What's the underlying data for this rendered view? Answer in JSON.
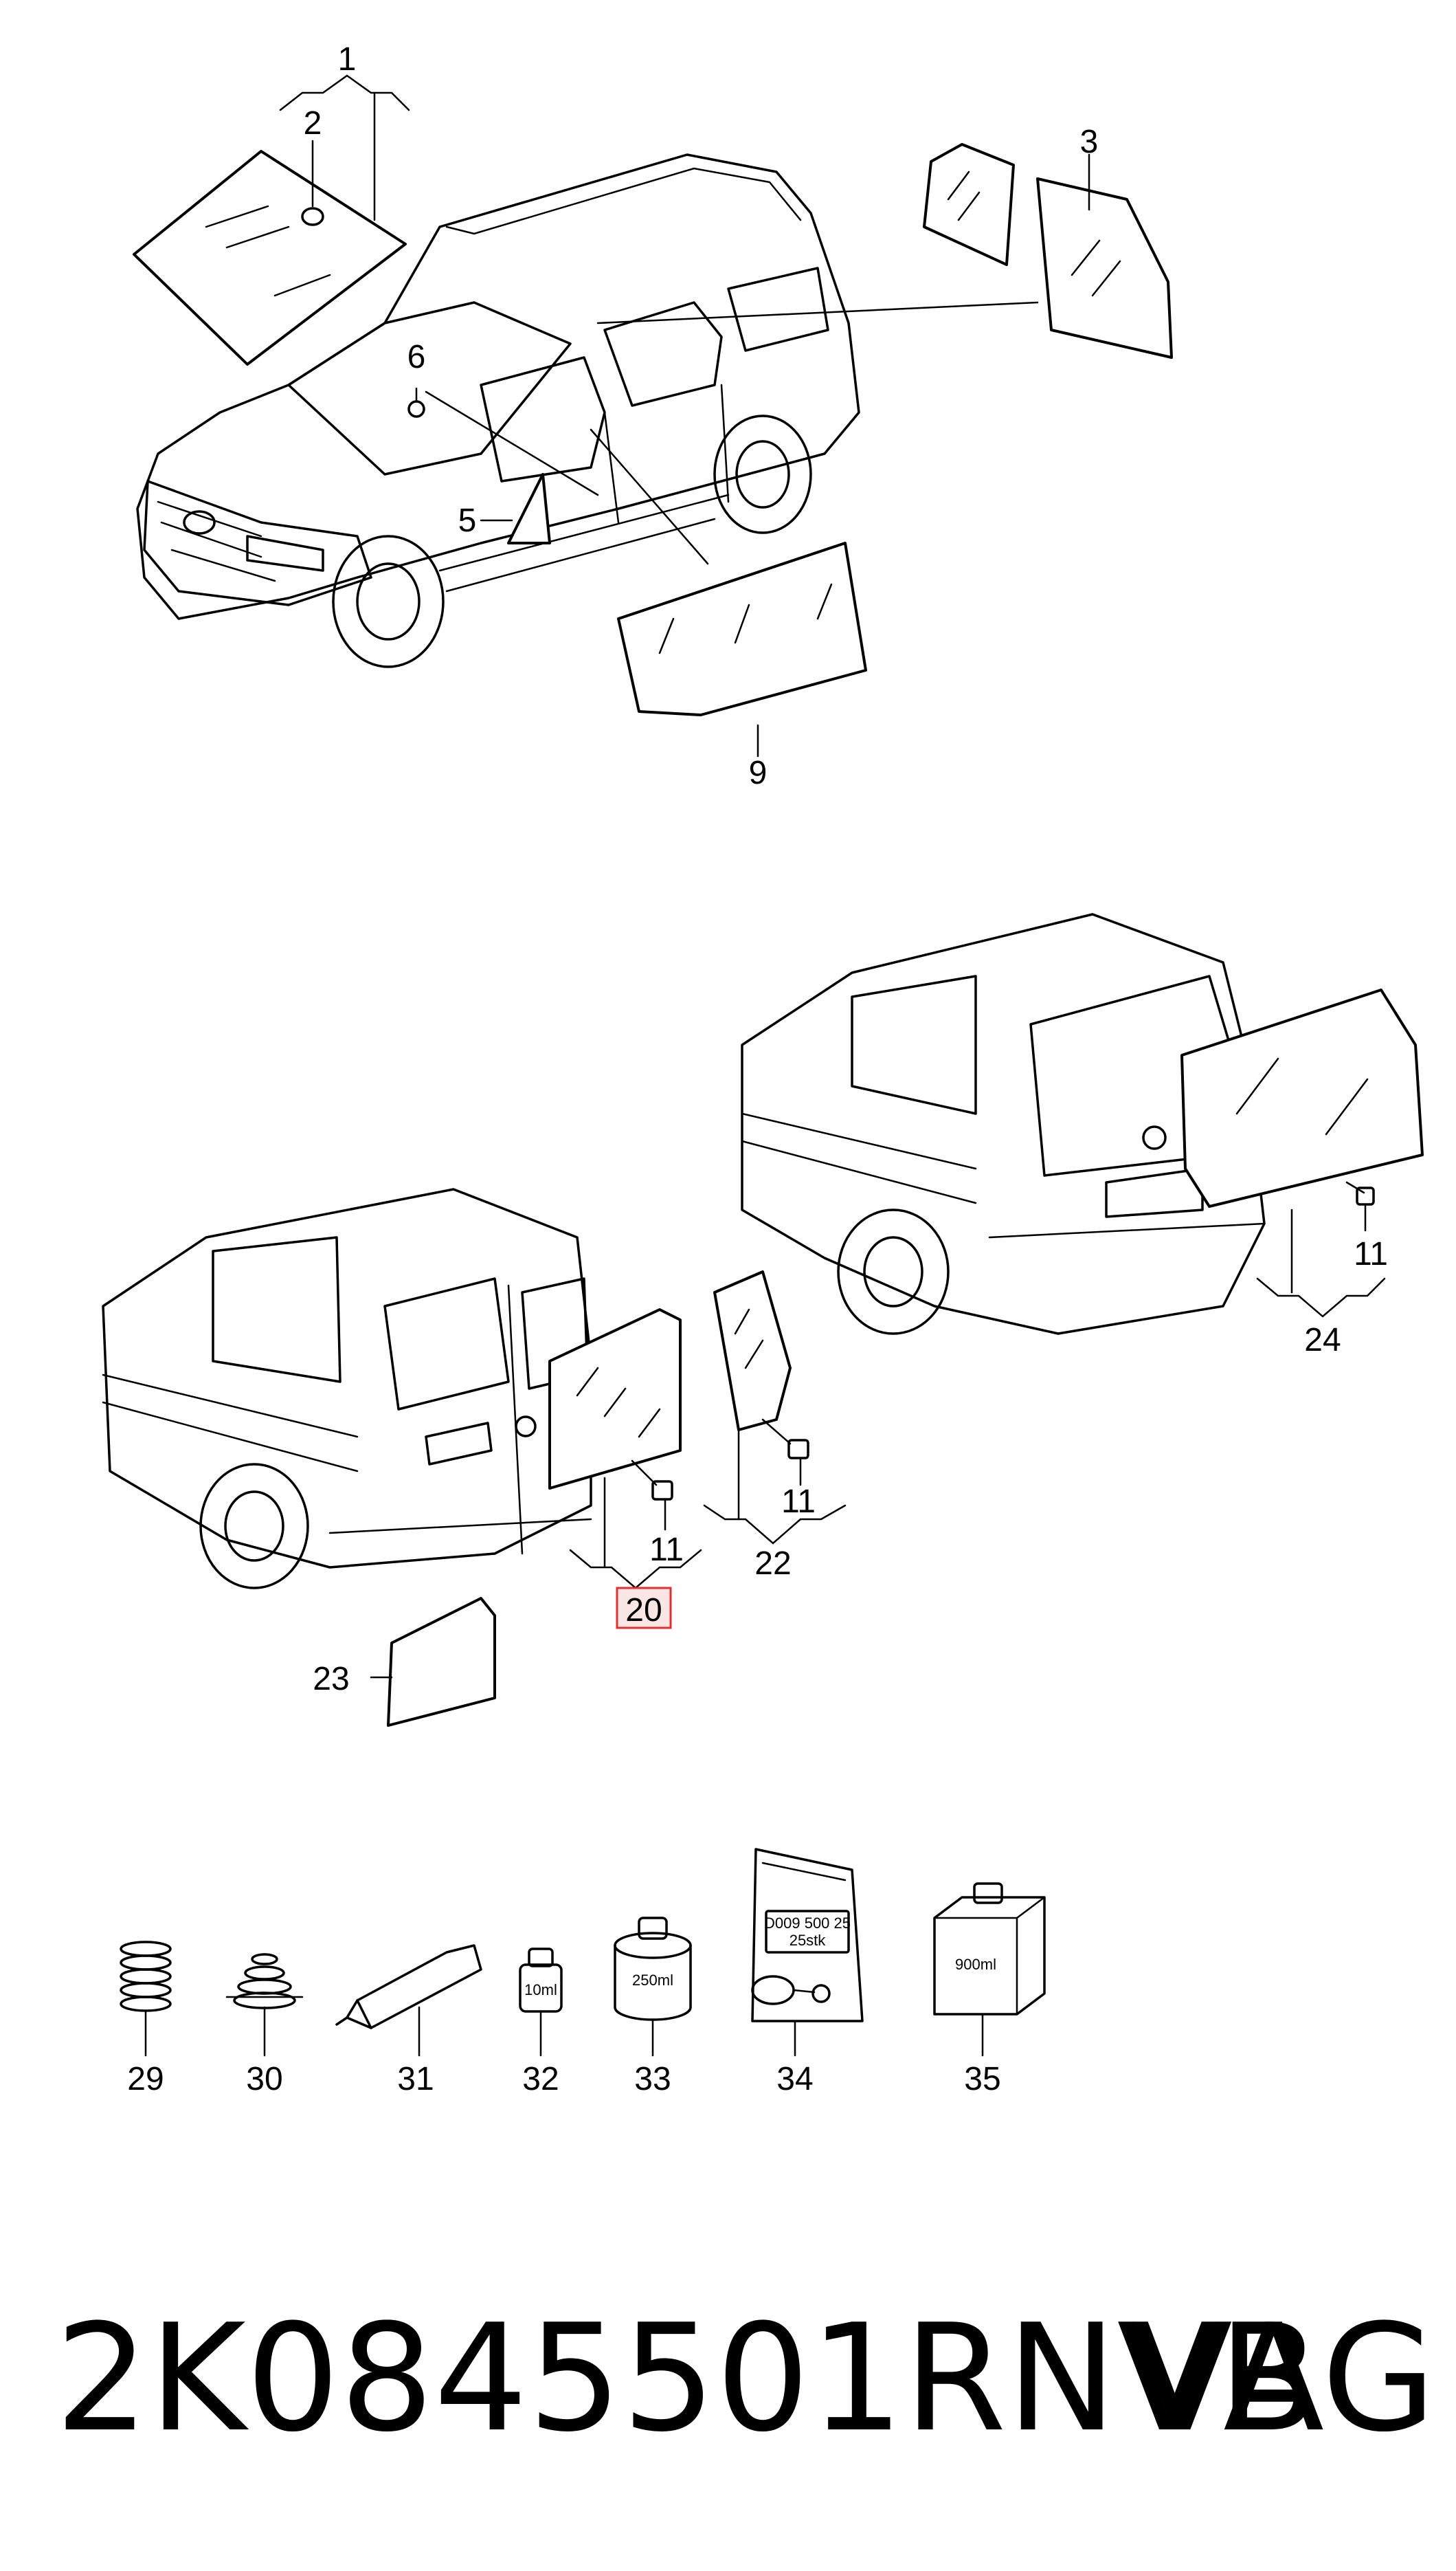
{
  "callouts": {
    "c1": "1",
    "c2": "2",
    "c3": "3",
    "c5": "5",
    "c6": "6",
    "c9": "9",
    "c11a": "11",
    "c11b": "11",
    "c11c": "11",
    "c20": "20",
    "c22": "22",
    "c23": "23",
    "c24": "24",
    "c29": "29",
    "c30": "30",
    "c31": "31",
    "c32": "32",
    "c33": "33",
    "c34": "34",
    "c35": "35"
  },
  "product_labels": {
    "bottle_small": "10ml",
    "can": "250ml",
    "sachet_line1": "D009 500 25",
    "sachet_line2": "25stk",
    "canister": "900ml"
  },
  "highlight_color": "#e03030",
  "footer": {
    "part_number": "2K0845501RNVB",
    "brand": "VAG"
  }
}
